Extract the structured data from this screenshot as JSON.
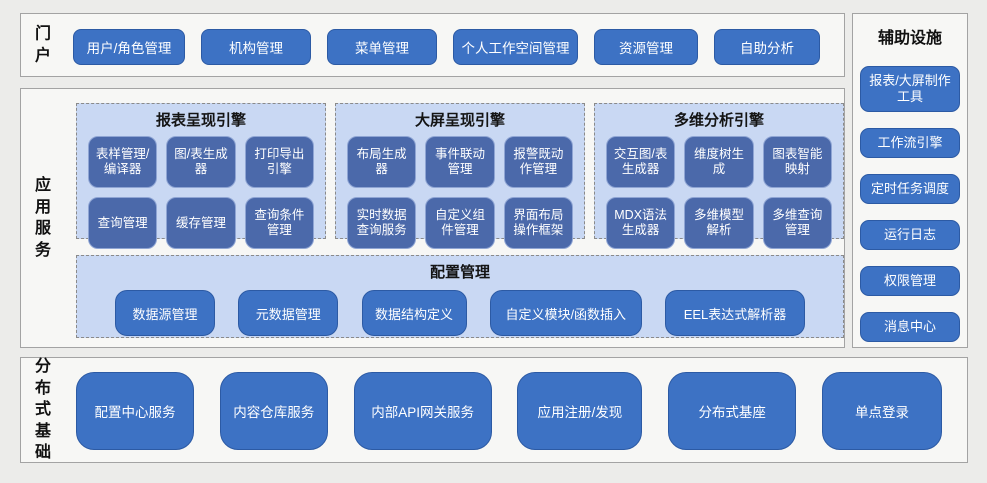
{
  "portal": {
    "label": "门户",
    "buttons": [
      "用户/角色管理",
      "机构管理",
      "菜单管理",
      "个人工作空间管理",
      "资源管理",
      "自助分析"
    ]
  },
  "app_services": {
    "label": "应用服务",
    "engines": [
      {
        "title": "报表呈现引擎",
        "modules": [
          "表样管理/编译器",
          "图/表生成器",
          "打印导出引擎",
          "查询管理",
          "缓存管理",
          "查询条件管理"
        ]
      },
      {
        "title": "大屏呈现引擎",
        "modules": [
          "布局生成器",
          "事件联动管理",
          "报警既动作管理",
          "实时数据查询服务",
          "自定义组件管理",
          "界面布局操作框架"
        ]
      },
      {
        "title": "多维分析引擎",
        "modules": [
          "交互图/表生成器",
          "维度树生成",
          "图表智能映射",
          "MDX语法生成器",
          "多维模型解析",
          "多维查询管理"
        ]
      }
    ],
    "config": {
      "title": "配置管理",
      "modules": [
        "数据源管理",
        "元数据管理",
        "数据结构定义",
        "自定义模块/函数插入",
        "EEL表达式解析器"
      ]
    }
  },
  "distributed": {
    "label": "分布式基础",
    "buttons": [
      "配置中心服务",
      "内容仓库服务",
      "内部API网关服务",
      "应用注册/发现",
      "分布式基座",
      "单点登录"
    ]
  },
  "auxiliary": {
    "label": "辅助设施",
    "buttons": [
      "报表/大屏制作工具",
      "工作流引擎",
      "定时任务调度",
      "运行日志",
      "权限管理",
      "消息中心"
    ]
  },
  "colors": {
    "node_blue": "#3d72c4",
    "node_blue_border": "#2c5aa4",
    "engine_node_blue": "#4b69aa",
    "engine_node_border": "#8fa5d4",
    "engine_box_bg": "#c9d8f3",
    "panel_bg": "#f7f7f5",
    "panel_border": "#a3a3a3",
    "page_bg": "#ececea"
  }
}
